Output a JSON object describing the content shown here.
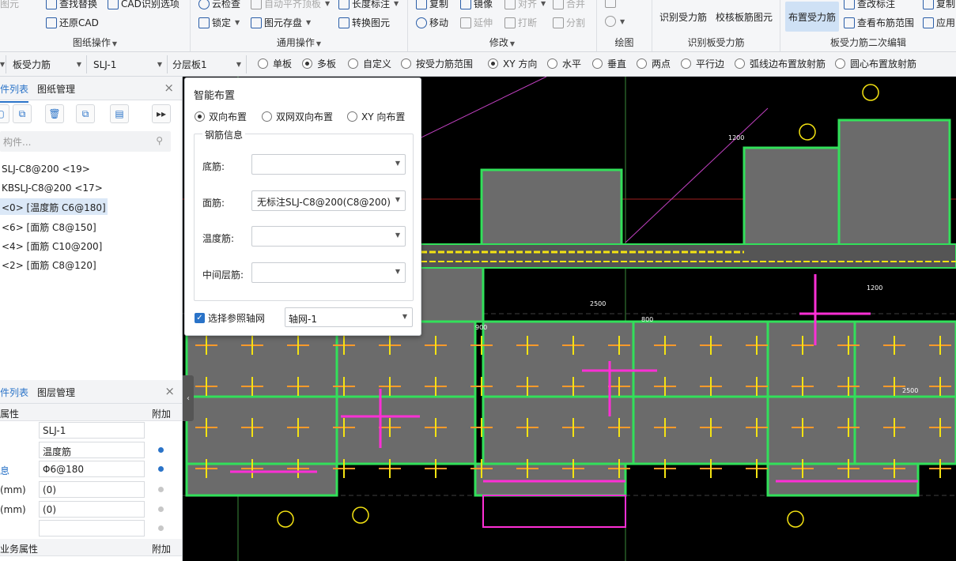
{
  "ribbon": {
    "groups": [
      {
        "label": "图纸操作",
        "items": [
          "图元",
          "查找替换",
          "CAD识别选项",
          "还原CAD"
        ]
      },
      {
        "label": "通用操作",
        "items": [
          "云检查",
          "自动平齐顶板",
          "长度标注",
          "锁定",
          "图元存盘",
          "转换图元"
        ]
      },
      {
        "label": "修改",
        "items": [
          "复制",
          "镜像",
          "对齐",
          "合并",
          "移动",
          "延伸",
          "打断",
          "分割"
        ]
      },
      {
        "label": "绘图",
        "items": []
      },
      {
        "label": "识别板受力筋",
        "items": [
          "识别受力筋",
          "校核板筋图元"
        ]
      },
      {
        "label": "板受力筋二次编辑",
        "items": [
          "布置受力筋",
          "查改标注",
          "复制",
          "查看布筋范围",
          "应用"
        ]
      }
    ]
  },
  "bar2": {
    "combo1": "板受力筋",
    "combo2": "SLJ-1",
    "combo3": "分层板1",
    "radios": [
      {
        "label": "单板",
        "on": false
      },
      {
        "label": "多板",
        "on": true
      },
      {
        "label": "自定义",
        "on": false
      },
      {
        "label": "按受力筋范围",
        "on": false
      },
      {
        "label": "XY 方向",
        "on": true
      },
      {
        "label": "水平",
        "on": false
      },
      {
        "label": "垂直",
        "on": false
      },
      {
        "label": "两点",
        "on": false
      },
      {
        "label": "平行边",
        "on": false
      },
      {
        "label": "弧线边布置放射筋",
        "on": false
      },
      {
        "label": "圆心布置放射筋",
        "on": false
      }
    ]
  },
  "leftpanel": {
    "tab1": "件列表",
    "tab2": "图纸管理",
    "search_placeholder": "构件...",
    "items": [
      "SLJ-C8@200 <19>",
      "KBSLJ-C8@200 <17>",
      "<0> [温度筋 C6@180]",
      "<6> [面筋 C8@150]",
      "<4> [面筋 C10@200]",
      "<2> [面筋 C8@120]"
    ],
    "selected_index": 2,
    "tab3": "件列表",
    "tab4": "图层管理",
    "prop_header": "属性",
    "prop_header_right": "附加",
    "props": [
      {
        "label": "",
        "value": "SLJ-1",
        "dot": false
      },
      {
        "label": "",
        "value": "温度筋",
        "dot": true
      },
      {
        "label": "息",
        "value": "Φ6@180",
        "dot": true
      },
      {
        "label": "(mm)",
        "value": "(0)",
        "dot": "gray"
      },
      {
        "label": "(mm)",
        "value": "(0)",
        "dot": "gray"
      },
      {
        "label": "",
        "value": "",
        "dot": "gray"
      }
    ],
    "footer_left": "业务属性",
    "footer_right": "附加"
  },
  "dialog": {
    "title": "智能布置",
    "radio1": "双向布置",
    "radio2": "双网双向布置",
    "radio3": "XY 向布置",
    "legend": "钢筋信息",
    "fields": [
      {
        "label": "底筋:",
        "value": ""
      },
      {
        "label": "面筋:",
        "value": "无标注SLJ-C8@200(C8@200)"
      },
      {
        "label": "温度筋:",
        "value": ""
      },
      {
        "label": "中间层筋:",
        "value": ""
      }
    ],
    "check_label": "选择参照轴网",
    "axis_value": "轴网-1"
  },
  "colors": {
    "accent": "#2a73c8",
    "cad_green": "#32e05a",
    "cad_slab": "#6b6b6b",
    "cad_magenta": "#ff2fd6",
    "cad_yellow": "#f4e312",
    "cad_orange": "#ff9a2a"
  },
  "canvas_labels": [
    "2500",
    "1200",
    "900",
    "800",
    "1200",
    "2500"
  ]
}
